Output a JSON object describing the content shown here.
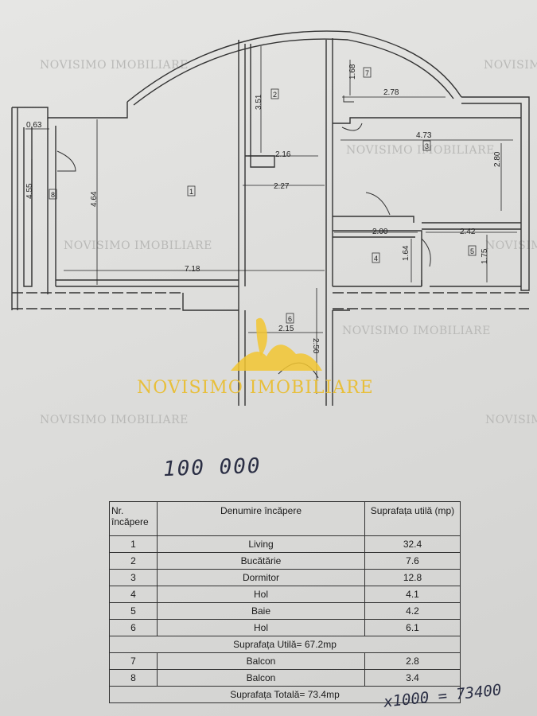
{
  "watermark": {
    "brand": "NOVISIMO IMOBILIARE"
  },
  "plan": {
    "dimensions": [
      "0.63",
      "4.55",
      "4.64",
      "3.51",
      "2.16",
      "2.27",
      "1.68",
      "2.78",
      "4.73",
      "2.80",
      "7.18",
      "2.00",
      "2.42",
      "1.64",
      "1.75",
      "2.15",
      "2.50"
    ],
    "room_numbers": [
      "1",
      "2",
      "3",
      "4",
      "5",
      "6",
      "7",
      "8"
    ]
  },
  "handwritten": {
    "price": "100 000",
    "calc": "x1000 = 73400"
  },
  "table": {
    "header": {
      "nr": "Nr. încăpere",
      "name": "Denumire încăpere",
      "area": "Suprafața utilă (mp)"
    },
    "rooms": [
      {
        "nr": "1",
        "name": "Living",
        "area": "32.4"
      },
      {
        "nr": "2",
        "name": "Bucătărie",
        "area": "7.6"
      },
      {
        "nr": "3",
        "name": "Dormitor",
        "area": "12.8"
      },
      {
        "nr": "4",
        "name": "Hol",
        "area": "4.1"
      },
      {
        "nr": "5",
        "name": "Baie",
        "area": "4.2"
      },
      {
        "nr": "6",
        "name": "Hol",
        "area": "6.1"
      }
    ],
    "usable_total": "Suprafața Utilă= 67.2mp",
    "balconies": [
      {
        "nr": "7",
        "name": "Balcon",
        "area": "2.8"
      },
      {
        "nr": "8",
        "name": "Balcon",
        "area": "3.4"
      }
    ],
    "grand_total": "Suprafața Totală= 73.4mp"
  }
}
